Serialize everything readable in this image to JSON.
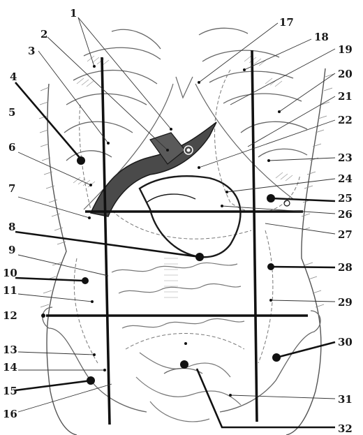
{
  "labels": {
    "n1": "1",
    "n2": "2",
    "n3": "3",
    "n4": "4",
    "n5": "5",
    "n6": "6",
    "n7": "7",
    "n8": "8",
    "n9": "9",
    "n10": "10",
    "n11": "11",
    "n12": "12",
    "n13": "13",
    "n14": "14",
    "n15": "15",
    "n16": "16",
    "n17": "17",
    "n18": "18",
    "n19": "19",
    "n20": "20",
    "n21": "21",
    "n22": "22",
    "n23": "23",
    "n24": "24",
    "n25": "25",
    "n26": "26",
    "n27": "27",
    "n28": "28",
    "n29": "29",
    "n30": "30",
    "n31": "31",
    "n32": "32"
  },
  "colors": {
    "ink": "#1a1a1a",
    "outline": "#555555",
    "organ_fill": "#4a4a4a",
    "stipple": "#888888"
  }
}
